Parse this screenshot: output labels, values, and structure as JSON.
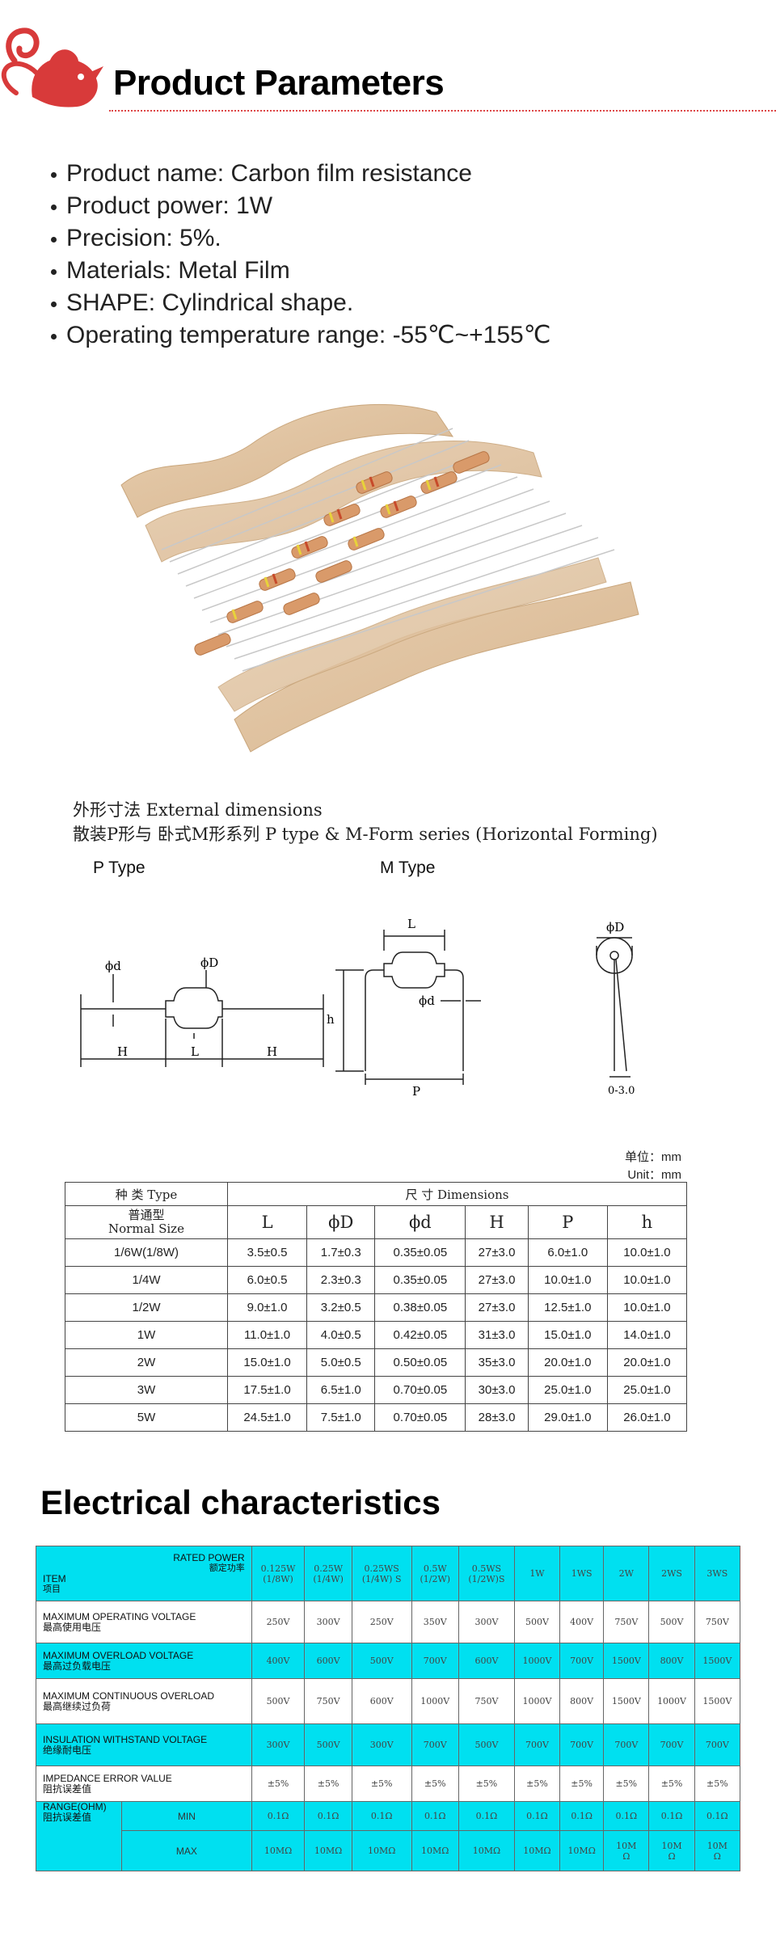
{
  "header": {
    "title": "Product Parameters",
    "logo_icon": "red-bird-logo-icon",
    "accent_color": "#d83a3a"
  },
  "specs": [
    "Product name:  Carbon film resistance",
    "Product power:  1W",
    "Precision:  5%.",
    "Materials:  Metal Film",
    "SHAPE: Cylindrical shape.",
    "Operating temperature range:  -55℃~+155℃"
  ],
  "photo": {
    "icon": "resistor-tape-photo-icon"
  },
  "dimensions": {
    "caption_line1": "外形寸法  External dimensions",
    "caption_line2": "散装P形与 卧式M形系列  P type & M-Form series (Horizontal Forming)",
    "p_type_label": "P Type",
    "m_type_label": "M Type",
    "drawing_labels": {
      "phi_d": "ϕd",
      "phi_D": "ϕD",
      "H": "H",
      "L": "L",
      "h": "h",
      "P": "P",
      "d30": "0-3.0"
    },
    "unit_cn": "单位：mm",
    "unit_en": "Unit：mm",
    "table": {
      "type_header": "种 类  Type",
      "dims_header": "尺  寸  Dimensions",
      "normal_size": "普通型\nNormal Size",
      "columns": [
        "L",
        "ϕD",
        "ϕd",
        "H",
        "P",
        "h"
      ],
      "rows": [
        [
          "1/6W(1/8W)",
          "3.5±0.5",
          "1.7±0.3",
          "0.35±0.05",
          "27±3.0",
          "6.0±1.0",
          "10.0±1.0"
        ],
        [
          "1/4W",
          "6.0±0.5",
          "2.3±0.3",
          "0.35±0.05",
          "27±3.0",
          "10.0±1.0",
          "10.0±1.0"
        ],
        [
          "1/2W",
          "9.0±1.0",
          "3.2±0.5",
          "0.38±0.05",
          "27±3.0",
          "12.5±1.0",
          "10.0±1.0"
        ],
        [
          "1W",
          "11.0±1.0",
          "4.0±0.5",
          "0.42±0.05",
          "31±3.0",
          "15.0±1.0",
          "14.0±1.0"
        ],
        [
          "2W",
          "15.0±1.0",
          "5.0±0.5",
          "0.50±0.05",
          "35±3.0",
          "20.0±1.0",
          "20.0±1.0"
        ],
        [
          "3W",
          "17.5±1.0",
          "6.5±1.0",
          "0.70±0.05",
          "30±3.0",
          "25.0±1.0",
          "25.0±1.0"
        ],
        [
          "5W",
          "24.5±1.0",
          "7.5±1.0",
          "0.70±0.05",
          "28±3.0",
          "29.0±1.0",
          "26.0±1.0"
        ]
      ]
    }
  },
  "electrical": {
    "title": "Electrical characteristics",
    "highlight_color": "#00e0f0",
    "header_label_top": "RATED POWER",
    "header_label_top_cn": "额定功率",
    "header_label_item": "ITEM",
    "header_label_item_cn": "项目",
    "columns": [
      "0.125W\n(1/8W)",
      "0.25W\n(1/4W)",
      "0.25WS\n(1/4W) S",
      "0.5W\n(1/2W)",
      "0.5WS\n(1/2W)S",
      "1W",
      "1WS",
      "2W",
      "2WS",
      "3WS"
    ],
    "rows": [
      {
        "label": "MAXIMUM OPERATING VOLTAGE\n最高使用电压",
        "values": [
          "250V",
          "300V",
          "250V",
          "350V",
          "300V",
          "500V",
          "400V",
          "750V",
          "500V",
          "750V"
        ],
        "highlight": false
      },
      {
        "label": "MAXIMUM OVERLOAD VOLTAGE\n最高过负载电压",
        "values": [
          "400V",
          "600V",
          "500V",
          "700V",
          "600V",
          "1000V",
          "700V",
          "1500V",
          "800V",
          "1500V"
        ],
        "highlight": true
      },
      {
        "label": "MAXIMUM CONTINUOUS OVERLOAD\n最高继续过负荷",
        "values": [
          "500V",
          "750V",
          "600V",
          "1000V",
          "750V",
          "1000V",
          "800V",
          "1500V",
          "1000V",
          "1500V"
        ],
        "highlight": false
      },
      {
        "label": "INSULATION WITHSTAND VOLTAGE\n绝缘耐电压",
        "values": [
          "300V",
          "500V",
          "300V",
          "700V",
          "500V",
          "700V",
          "700V",
          "700V",
          "700V",
          "700V"
        ],
        "highlight": true
      },
      {
        "label": "IMPEDANCE ERROR VALUE\n阻抗误差值",
        "values": [
          "±5%",
          "±5%",
          "±5%",
          "±5%",
          "±5%",
          "±5%",
          "±5%",
          "±5%",
          "±5%",
          "±5%"
        ],
        "highlight": false
      }
    ],
    "range": {
      "label": "RANGE(OHM)\n阻抗误差值",
      "min_label": "MIN",
      "max_label": "MAX",
      "min_values": [
        "0.1Ω",
        "0.1Ω",
        "0.1Ω",
        "0.1Ω",
        "0.1Ω",
        "0.1Ω",
        "0.1Ω",
        "0.1Ω",
        "0.1Ω",
        "0.1Ω"
      ],
      "max_values": [
        "10MΩ",
        "10MΩ",
        "10MΩ",
        "10MΩ",
        "10MΩ",
        "10MΩ",
        "10MΩ",
        "10M\nΩ",
        "10M\nΩ",
        "10M\nΩ"
      ]
    }
  }
}
